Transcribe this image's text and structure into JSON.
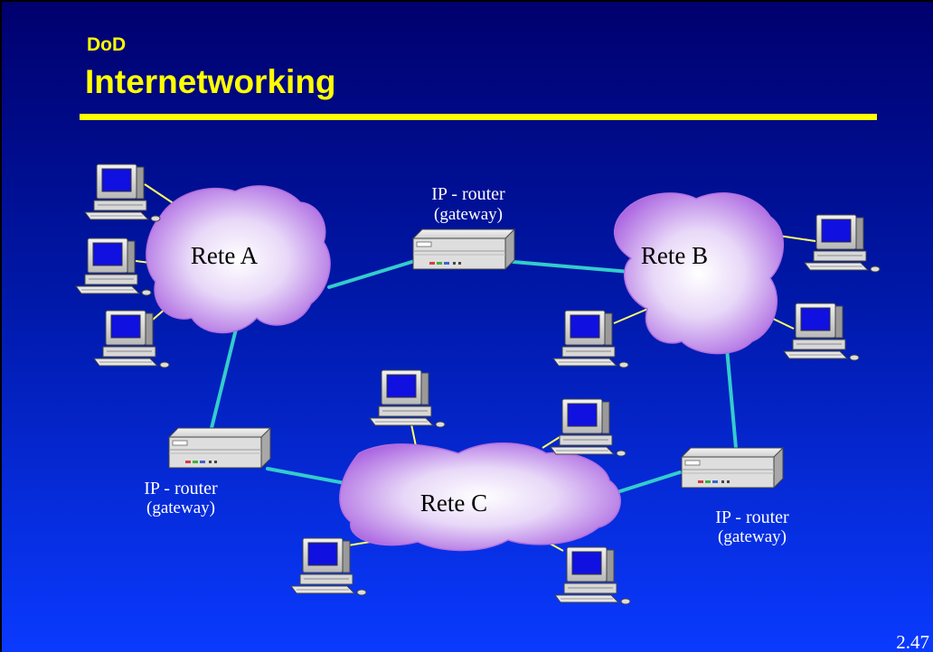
{
  "slide": {
    "subtitle": "DoD",
    "title": "Internetworking",
    "page_number": "2.47"
  },
  "networks": [
    {
      "id": "A",
      "label": "Rete A"
    },
    {
      "id": "B",
      "label": "Rete B"
    },
    {
      "id": "C",
      "label": "Rete C"
    }
  ],
  "routers": [
    {
      "id": "top",
      "line1": "IP - router",
      "line2": "(gateway)"
    },
    {
      "id": "left",
      "line1": "IP - router",
      "line2": "(gateway)"
    },
    {
      "id": "right",
      "line1": "IP - router",
      "line2": "(gateway)"
    }
  ],
  "colors": {
    "accent": "#ffff00",
    "link": "#33cccc",
    "host_link": "#ffff66",
    "cloud_edge": "#b070e0",
    "screen": "#1010e0"
  },
  "icons": {
    "host": "computer-workstation-icon",
    "router": "router-box-icon",
    "network": "cloud-icon"
  }
}
